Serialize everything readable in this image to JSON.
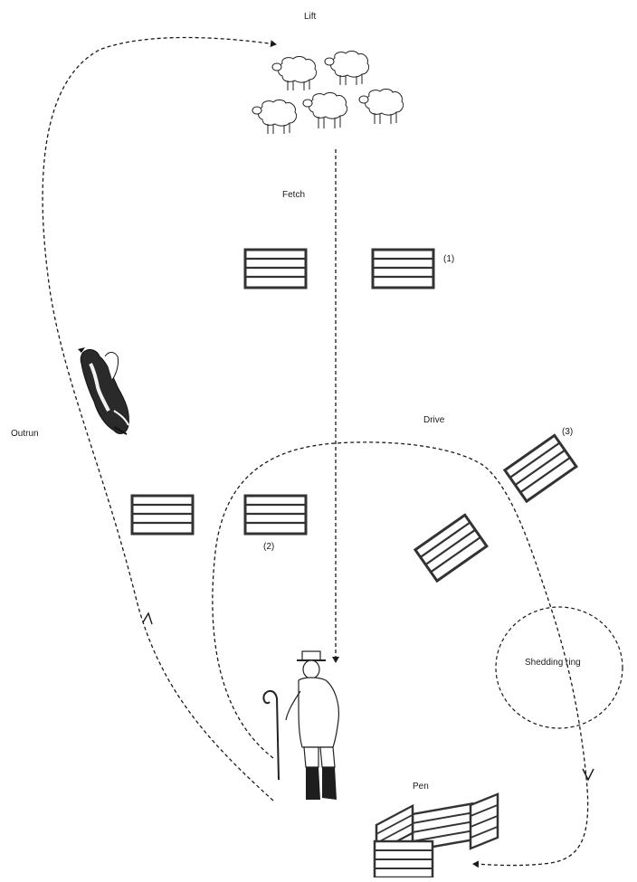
{
  "diagram": {
    "labels": {
      "lift": "Lift",
      "fetch": "Fetch",
      "gate_1": "(1)",
      "outrun": "Outrun",
      "drive": "Drive",
      "gate_3": "(3)",
      "gate_2": "(2)",
      "shedding_ring": "Shedding ring",
      "pen": "Pen"
    },
    "colors": {
      "ink": "#1a1a1a",
      "gate_stroke": "#333333",
      "background": "#ffffff"
    },
    "icons": [
      "sheep-icon",
      "dog-icon",
      "shepherd-icon",
      "gate-icon",
      "pen-icon"
    ]
  }
}
